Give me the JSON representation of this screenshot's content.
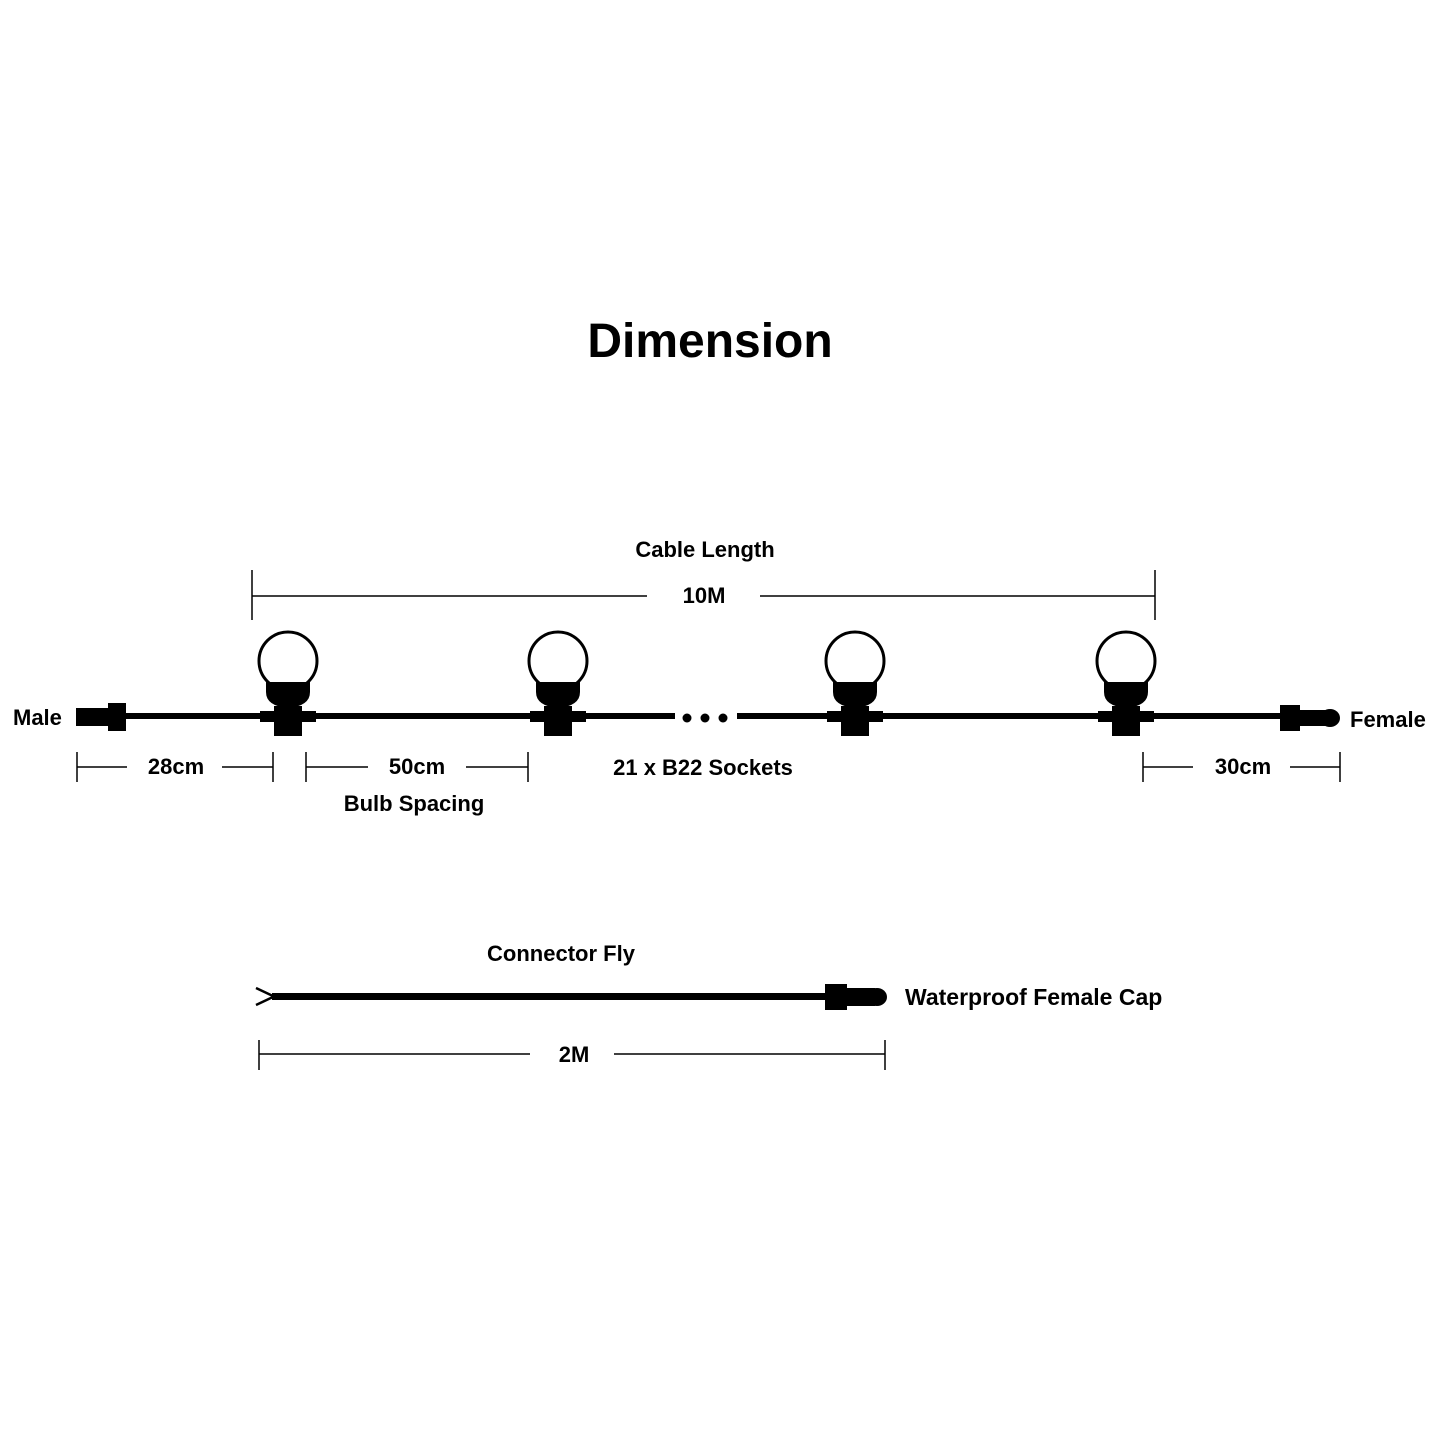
{
  "title": "Dimension",
  "main_string": {
    "cable_length_label": "Cable Length",
    "cable_length_value": "10M",
    "male_label": "Male",
    "female_label": "Female",
    "male_lead": "28cm",
    "bulb_spacing_value": "50cm",
    "bulb_spacing_label": "Bulb Spacing",
    "sockets_label": "21 x B22 Sockets",
    "female_lead": "30cm"
  },
  "connector_fly": {
    "label": "Connector Fly",
    "cap_label": "Waterproof Female Cap",
    "length_value": "2M"
  },
  "colors": {
    "ink": "#000000",
    "background": "#ffffff"
  }
}
